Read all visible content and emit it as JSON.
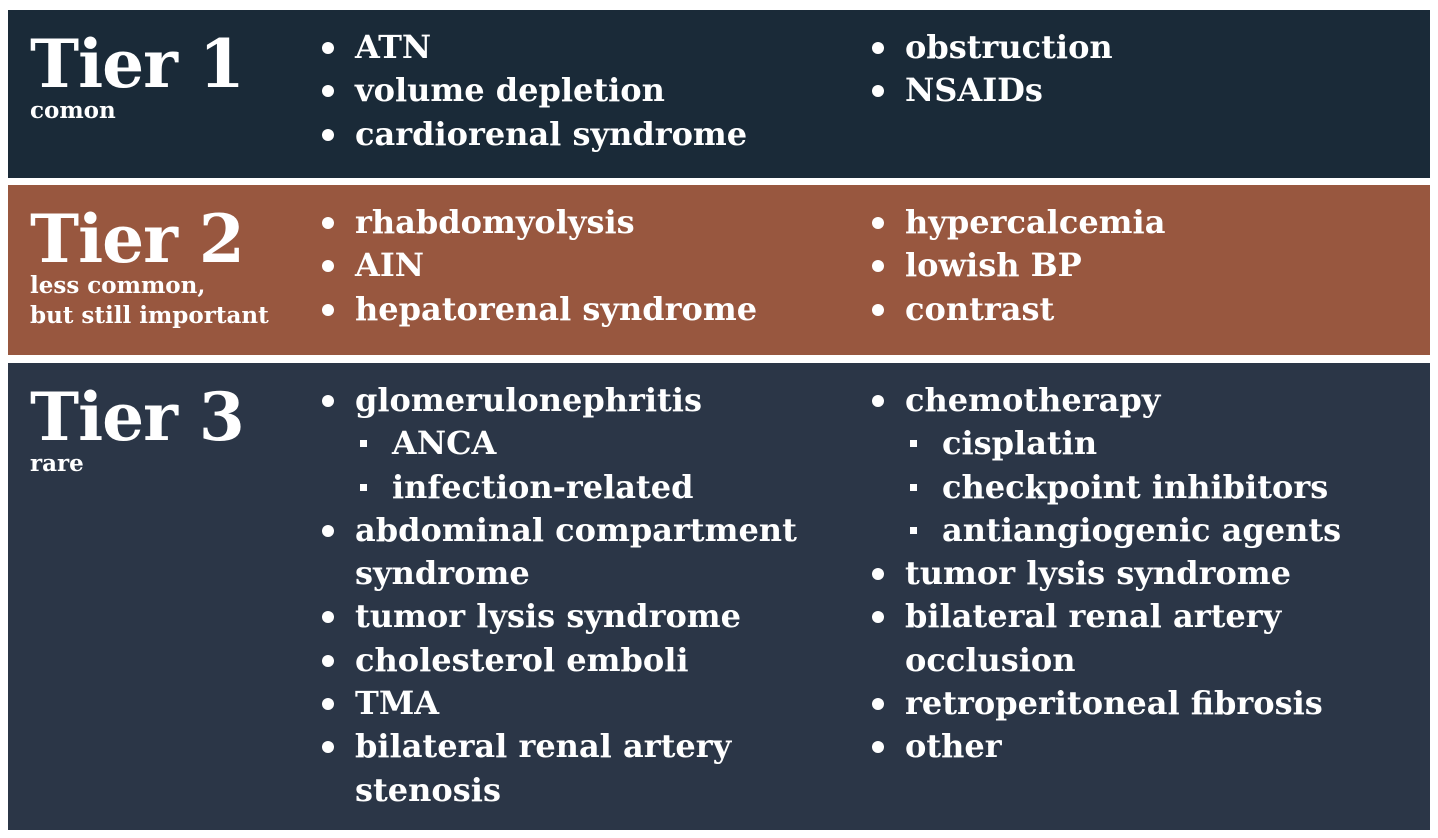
{
  "colors": {
    "tier1_bg": "#1a2a38",
    "tier2_bg": "#98573f",
    "tier3_bg": "#2b3647",
    "text": "#ffffff"
  },
  "tiers": [
    {
      "title": "Tier 1",
      "subtitle": "comon",
      "columns": [
        [
          {
            "label": "ATN"
          },
          {
            "label": "volume depletion"
          },
          {
            "label": "cardiorenal syndrome"
          }
        ],
        [
          {
            "label": "obstruction"
          },
          {
            "label": "NSAIDs"
          }
        ]
      ]
    },
    {
      "title": "Tier 2",
      "subtitle": "less common,\nbut still important",
      "columns": [
        [
          {
            "label": "rhabdomyolysis"
          },
          {
            "label": "AIN"
          },
          {
            "label": "hepatorenal syndrome"
          }
        ],
        [
          {
            "label": "hypercalcemia"
          },
          {
            "label": "lowish BP"
          },
          {
            "label": "contrast"
          }
        ]
      ]
    },
    {
      "title": "Tier 3",
      "subtitle": "rare",
      "columns": [
        [
          {
            "label": "glomerulonephritis",
            "subitems": [
              "ANCA",
              "infection-related"
            ]
          },
          {
            "label": "abdominal compartment\nsyndrome"
          },
          {
            "label": "tumor lysis syndrome"
          },
          {
            "label": "cholesterol emboli"
          },
          {
            "label": "TMA"
          },
          {
            "label": "bilateral renal artery\nstenosis"
          }
        ],
        [
          {
            "label": "chemotherapy",
            "subitems": [
              "cisplatin",
              "checkpoint inhibitors",
              "antiangiogenic agents"
            ]
          },
          {
            "label": "tumor lysis syndrome"
          },
          {
            "label": "bilateral renal artery\nocclusion"
          },
          {
            "label": "retroperitoneal fibrosis"
          },
          {
            "label": "other"
          }
        ]
      ]
    }
  ]
}
